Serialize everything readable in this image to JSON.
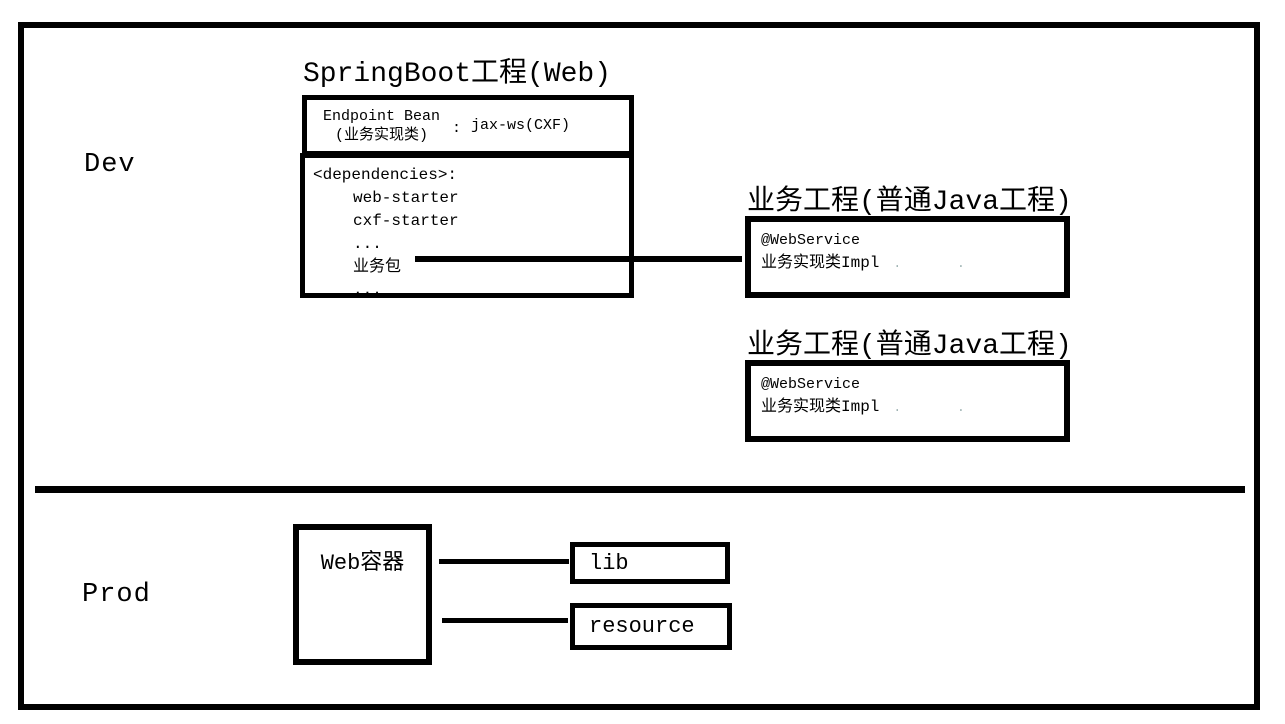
{
  "colors": {
    "line": "#000000",
    "background": "#ffffff"
  },
  "dev_section": {
    "label": "Dev",
    "springboot": {
      "title": "SpringBoot工程(Web)",
      "endpoint_box": {
        "name_line1": "Endpoint Bean",
        "name_line2": "(业务实现类)",
        "colon": ":",
        "impl": "jax-ws(CXF)"
      },
      "dependencies_box": {
        "header": "<dependencies>:",
        "items": [
          "web-starter",
          "cxf-starter",
          "...",
          "业务包",
          "..."
        ]
      }
    },
    "biz_projects": [
      {
        "title": "业务工程(普通Java工程)",
        "annotation": "@WebService",
        "impl_class": "业务实现类Impl",
        "trailing_dots": ". ."
      },
      {
        "title": "业务工程(普通Java工程)",
        "annotation": "@WebService",
        "impl_class": "业务实现类Impl",
        "trailing_dots": ". ."
      }
    ]
  },
  "prod_section": {
    "label": "Prod",
    "web_container_label": "Web容器",
    "artifacts": [
      {
        "label": "lib"
      },
      {
        "label": "resource"
      }
    ]
  }
}
